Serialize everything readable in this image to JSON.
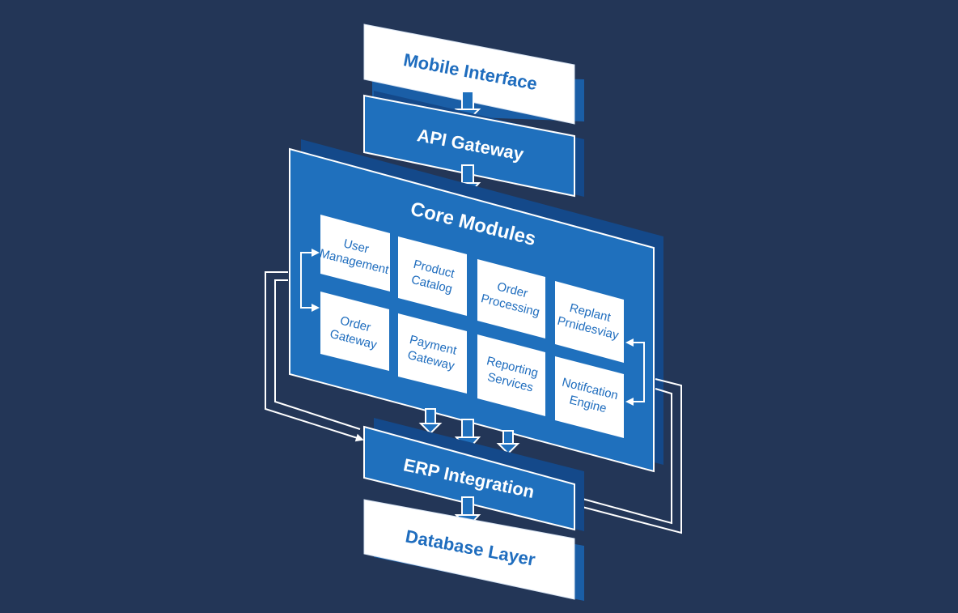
{
  "colors": {
    "background": "#233657",
    "panel_blue": "#1f70bd",
    "panel_blue_dark": "#1a5ea6",
    "panel_shadow": "#14498a",
    "card_white": "#ffffff",
    "text_blue": "#1f6dbe",
    "connector_white": "#ffffff"
  },
  "layers": {
    "mobile_interface": {
      "label": "Mobile Interface"
    },
    "api_gateway": {
      "label": "API Gateway"
    },
    "erp_integration": {
      "label": "ERP Integration"
    },
    "database_layer": {
      "label": "Database Layer"
    }
  },
  "core": {
    "title": "Core Modules",
    "modules": [
      {
        "lines": [
          "User",
          "Management"
        ]
      },
      {
        "lines": [
          "Product",
          "Catalog"
        ]
      },
      {
        "lines": [
          "Order",
          "Processing"
        ]
      },
      {
        "lines": [
          "Replant",
          "Prnidesviay"
        ]
      },
      {
        "lines": [
          "Order",
          "Gateway"
        ]
      },
      {
        "lines": [
          "Payment",
          "Gateway"
        ]
      },
      {
        "lines": [
          "Reporting",
          "Services"
        ]
      },
      {
        "lines": [
          "Notifcation",
          "Engine"
        ]
      }
    ]
  }
}
